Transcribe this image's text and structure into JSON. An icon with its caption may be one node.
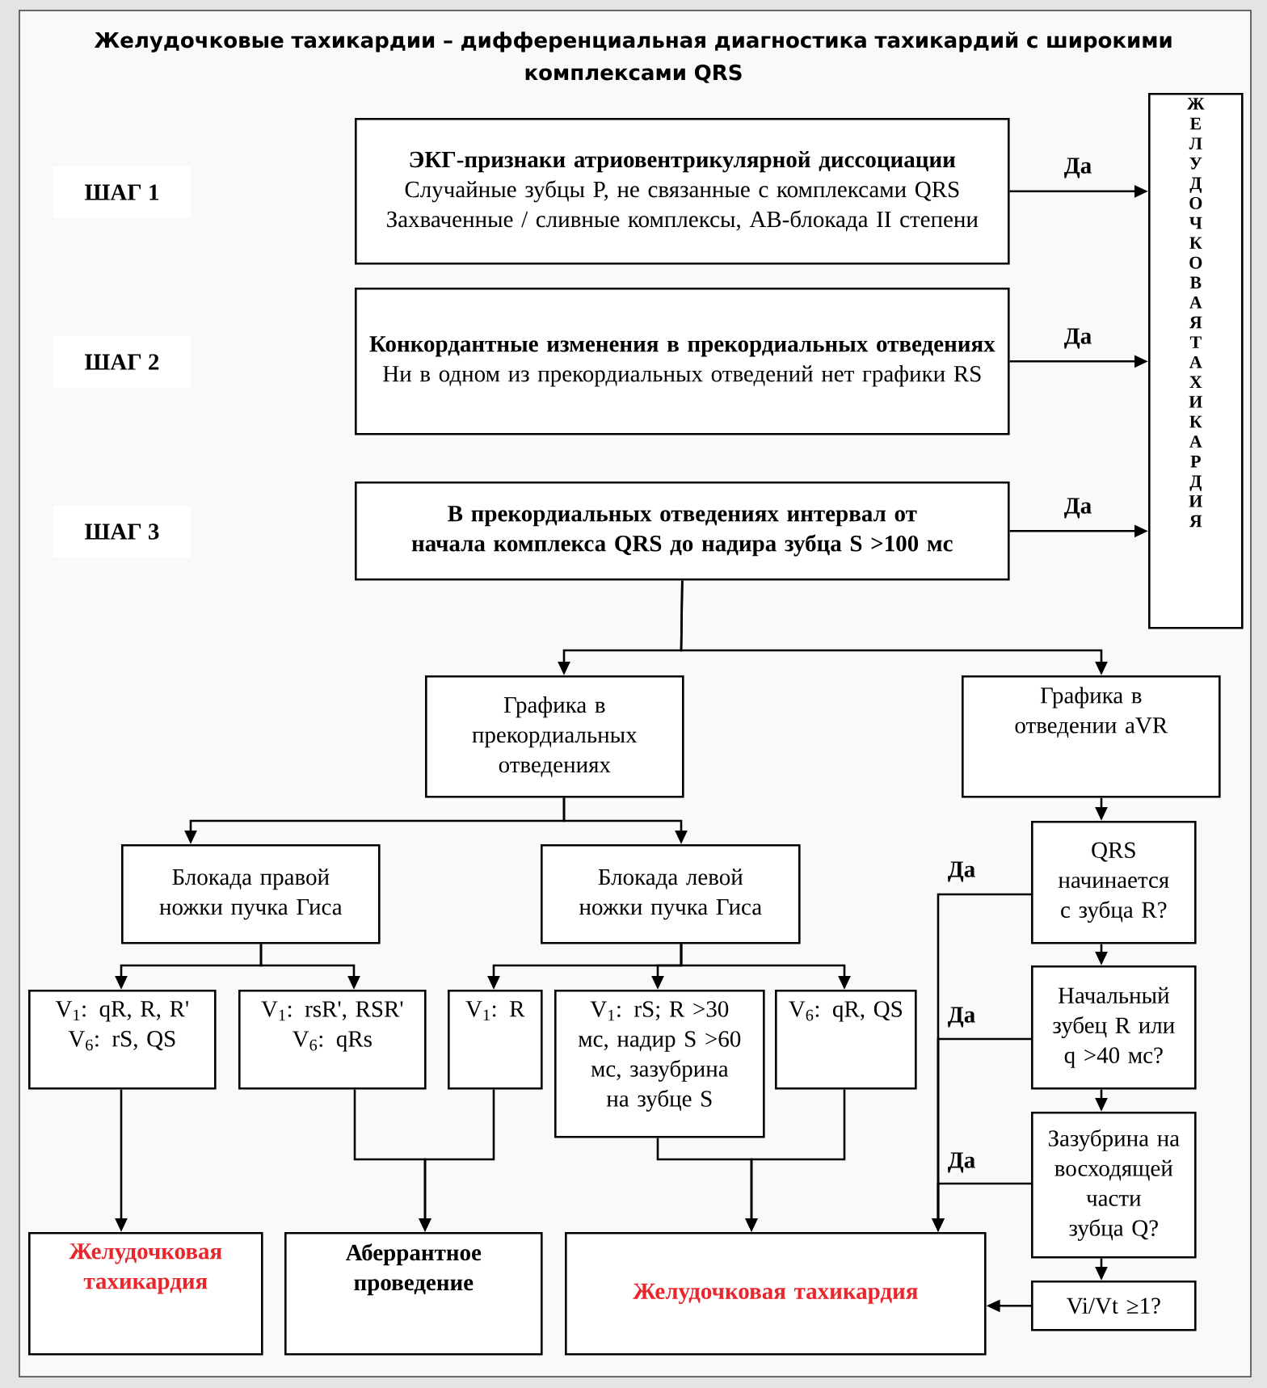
{
  "diagram": {
    "title": "Желудочковые тахикардии – дифференциальная диагностика тахикардий с широкими комплексами QRS",
    "nodes": [
      {
        "text": [
          "ЭКГ-признаки атриовентрикулярной диссоциации",
          "Случайные зубцы P, не связанные с комплексами QRS",
          "Захваченные / сливные комплексы, АВ-блокада II степени"
        ]
      },
      {
        "text": [
          "Конкордантные изменения в прекордиальных отведениях",
          "Ни в одном из прекордиальных отведений нет графики RS"
        ]
      },
      {
        "text": [
          "В прекордиальных отведениях интервал от начала комплекса QRS до надира зубца S >100 мс"
        ]
      },
      {
        "text": [
          "ЖЕЛУДОЧКОВАЯ ТАХИКАРДИЯ"
        ]
      },
      {
        "text": [
          "Графика в прекордиальных отведениях"
        ]
      },
      {
        "text": [
          "Графика в отведении aVR"
        ]
      },
      {
        "text": [
          "Блокада правой ножки пучка Гиса"
        ]
      },
      {
        "text": [
          "Блокада левой ножки пучка Гиса"
        ]
      },
      {
        "text": [
          "QRS начинается с зубца R?"
        ]
      },
      {
        "text": [
          "V$_{1}$: qR, R, R'",
          "V$_{6}$: rS, QS"
        ]
      },
      {
        "text": [
          "V$_{1}$: rsR', RSR'",
          "V$_{6}$: qRs"
        ]
      },
      {
        "text": [
          "V$_{1}$: R"
        ]
      },
      {
        "text": [
          "V$_{1}$: rS; R >30 мс, надир S >60 мс, зазубрина на зубце S"
        ]
      },
      {
        "text": [
          "V$_{6}$: qR, QS"
        ]
      },
      {
        "text": [
          "Начальный зубец R или q >40 мс?"
        ]
      },
      {
        "text": [
          "Зазубрина на восходящей части зубца Q?"
        ]
      },
      {
        "text": [
          "Vi/Vt ≥1?"
        ]
      },
      {
        "text": [
          "Желудочковая тахикардия"
        ]
      },
      {
        "text": [
          "Аберрантное проведение"
        ]
      },
      {
        "text": [
          "Желудочковая тахикардия"
        ]
      }
    ],
    "edges": [
      {
        "from": 0,
        "to": 3,
        "arrow": "to",
        "label": "Да"
      },
      {
        "from": 1,
        "to": 3,
        "arrow": "to",
        "label": "Да"
      },
      {
        "from": 2,
        "to": 3,
        "arrow": "to",
        "label": "Да"
      },
      {
        "from": 2,
        "to": 4,
        "arrow": "to"
      },
      {
        "from": 2,
        "to": 5,
        "arrow": "to"
      },
      {
        "from": 4,
        "to": 6,
        "arrow": "to"
      },
      {
        "from": 4,
        "to": 7,
        "arrow": "to"
      },
      {
        "from": 5,
        "to": 8,
        "arrow": "to"
      },
      {
        "from": 6,
        "to": 9,
        "arrow": "to"
      },
      {
        "from": 6,
        "to": 10,
        "arrow": "to"
      },
      {
        "from": 7,
        "to": 11,
        "arrow": "to"
      },
      {
        "from": 7,
        "to": 12,
        "arrow": "to"
      },
      {
        "from": 7,
        "to": 13,
        "arrow": "to"
      },
      {
        "from": 8,
        "to": 14,
        "arrow": "to"
      },
      {
        "from": 14,
        "to": 15,
        "arrow": "to"
      },
      {
        "from": 15,
        "to": 16,
        "arrow": "to"
      },
      {
        "from": 9,
        "to": 17,
        "arrow": "to"
      },
      {
        "from": 10,
        "to": 18,
        "arrow": "to"
      },
      {
        "from": 11,
        "to": 18,
        "arrow": "to"
      },
      {
        "from": 12,
        "to": 19,
        "arrow": "to"
      },
      {
        "from": 13,
        "to": 19,
        "arrow": "to"
      },
      {
        "from": 8,
        "to": 19,
        "arrow": "to",
        "label": "Да"
      },
      {
        "from": 14,
        "to": 19,
        "arrow": "to",
        "label": "Да"
      },
      {
        "from": 15,
        "to": 19,
        "arrow": "to",
        "label": "Да"
      },
      {
        "from": 16,
        "to": 19,
        "arrow": "to"
      }
    ],
    "labels": [
      "ШАГ 1",
      "ШАГ 2",
      "ШАГ 3"
    ]
  }
}
